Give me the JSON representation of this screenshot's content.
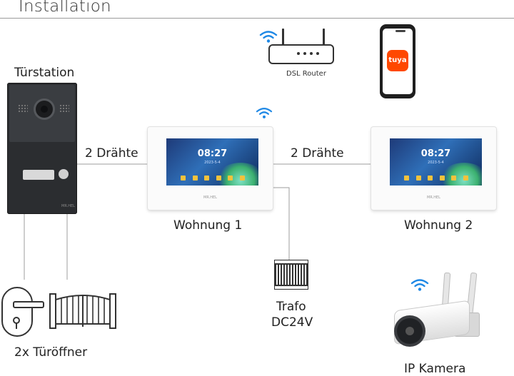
{
  "title": "Installation",
  "components": {
    "door_station": {
      "label": "Türstation",
      "brand": "MR.HEL"
    },
    "router": {
      "label": "DSL Router"
    },
    "phone": {
      "app_label": "tuya"
    },
    "monitor_1": {
      "label": "Wohnung 1",
      "time": "08:27",
      "date": "2023-5-4",
      "brand": "MR.HEL"
    },
    "monitor_2": {
      "label": "Wohnung 2",
      "time": "08:27",
      "date": "2023-5-4",
      "brand": "MR.HEL"
    },
    "trafo": {
      "label_line1": "Trafo",
      "label_line2": "DC24V"
    },
    "door_openers": {
      "label": "2x Türöffner"
    },
    "ip_camera": {
      "label_prefix": "IP",
      "label_suffix": "Kamera"
    }
  },
  "connections": {
    "door_to_monitor1": "2 Drähte",
    "monitor1_to_monitor2": "2 Drähte"
  },
  "colors": {
    "wire": "#9e9e9e",
    "tuya": "#ff4800",
    "text": "#222222"
  }
}
